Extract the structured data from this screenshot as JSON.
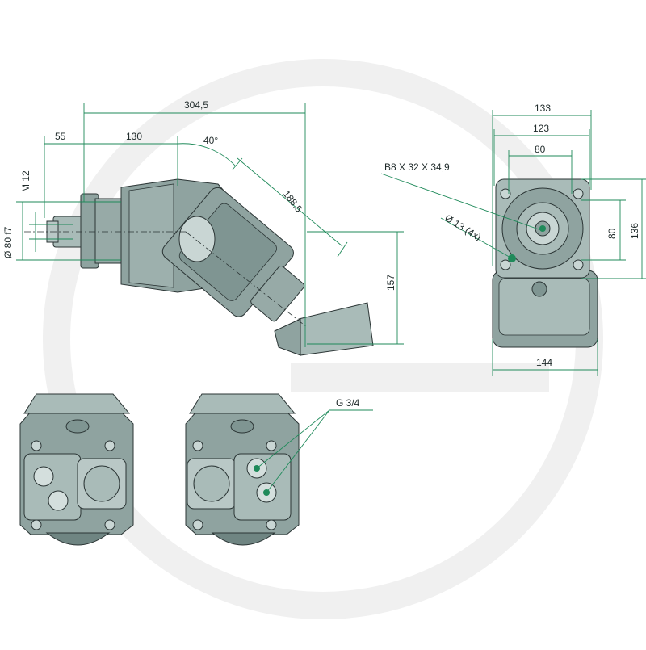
{
  "colors": {
    "body": "#8fa3a0",
    "body_light": "#a9bbb8",
    "body_dark": "#6f8582",
    "outline": "#2b3535",
    "dim_line": "#1f8a5a",
    "watermark": "#f1f1f1"
  },
  "dimensions": {
    "overall_length": "304,5",
    "flange_offset": "55",
    "body_length": "130",
    "bent_angle": "40°",
    "bent_length": "188,5",
    "bend_height": "157",
    "thread": "M 12",
    "shaft_diameter": "Ø 80 f7",
    "front_width_outer": "133",
    "front_width_inner": "123",
    "front_width_bolt": "80",
    "spline": "B8 X 32 X 34,9",
    "hole_diameter": "Ø 13 (4x)",
    "front_height_bolt": "80",
    "front_height_outer": "136",
    "base_width": "144",
    "port_thread": "G 3/4"
  }
}
